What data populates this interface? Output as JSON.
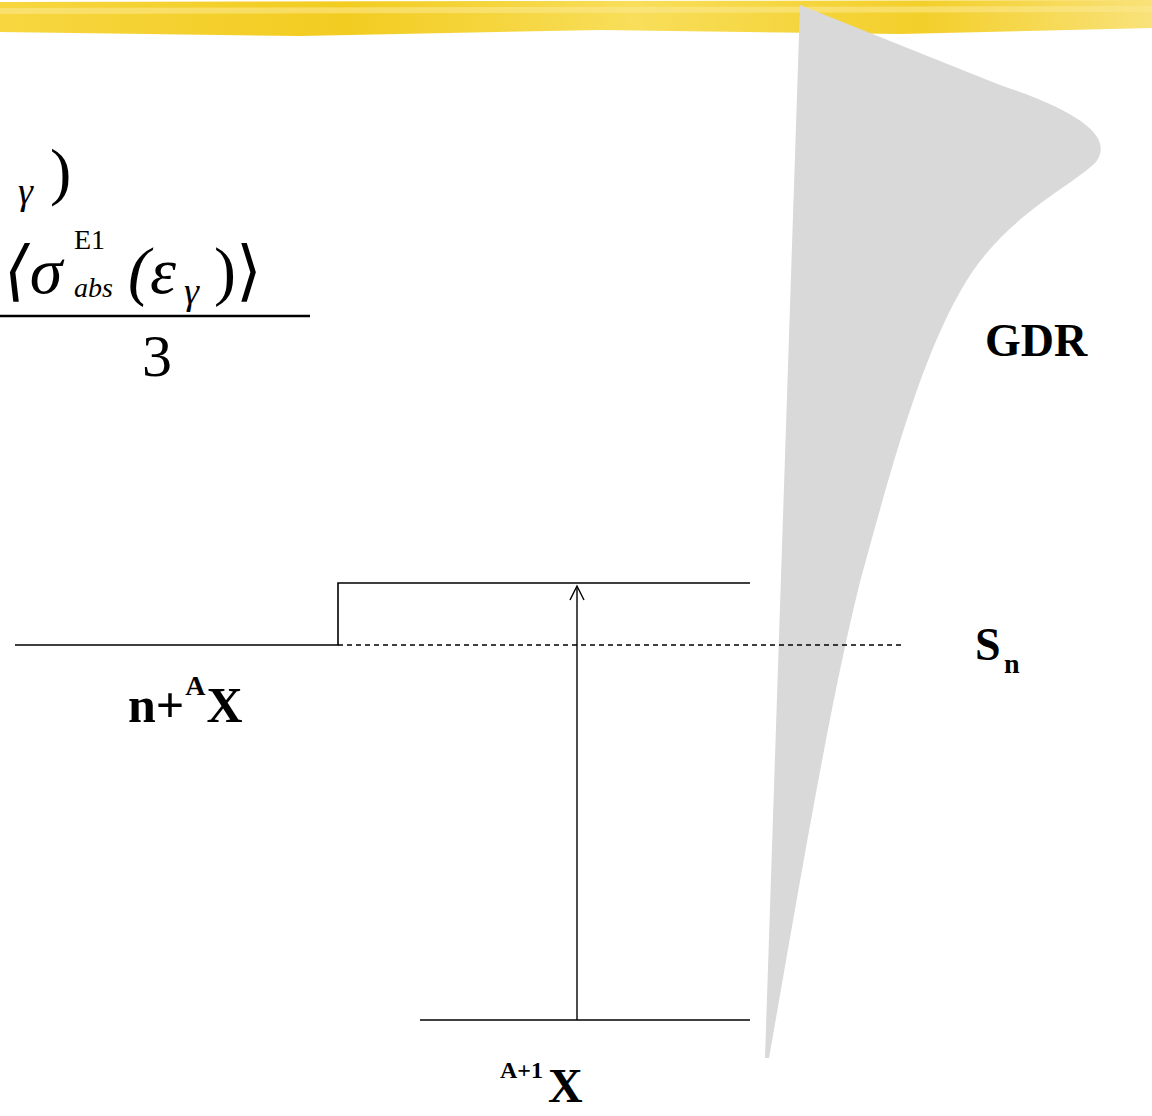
{
  "diagram": {
    "labels": [
      "γ",
      ")",
      "⟨σ",
      "E1",
      "abs",
      "(ε",
      "γ",
      ")⟩",
      "3",
      "GDR",
      "S",
      "n",
      "n+",
      "A",
      "X",
      "A+1",
      "X"
    ]
  }
}
